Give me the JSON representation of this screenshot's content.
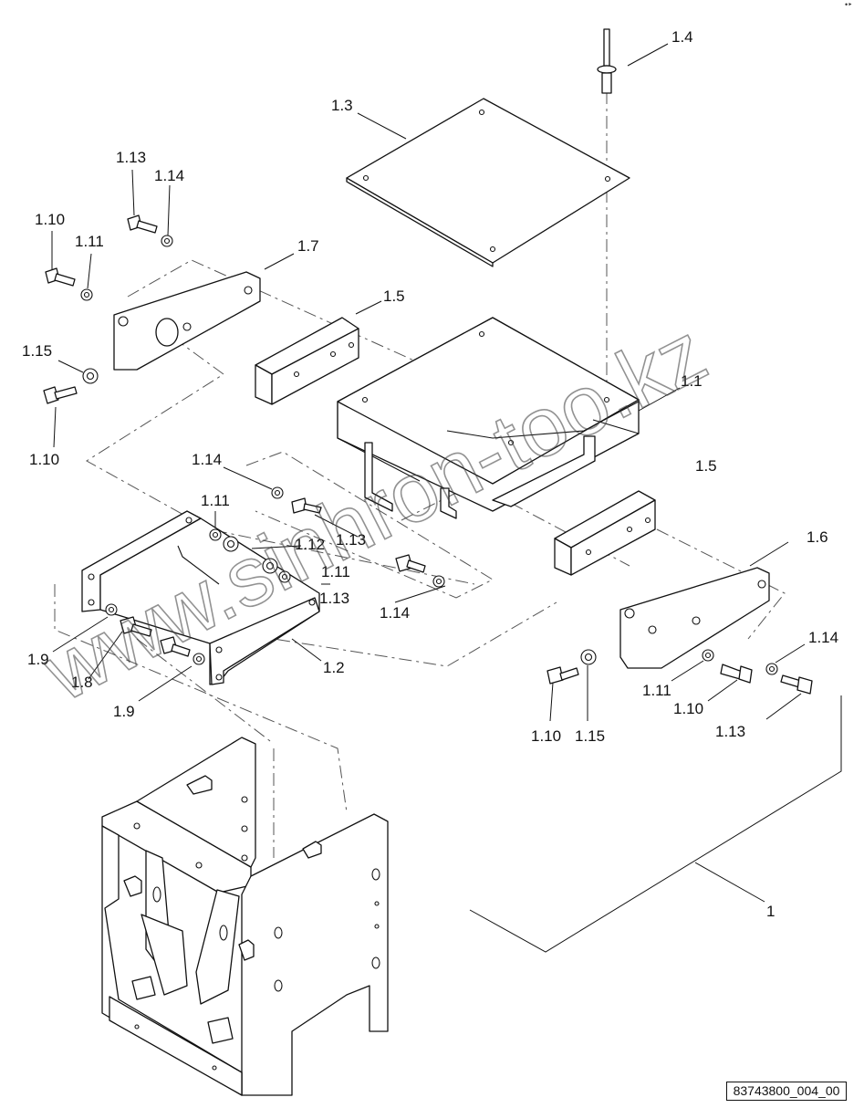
{
  "diagram": {
    "drawing_number": "83743800_004_00",
    "watermark": "www.sinhron-too.kz",
    "corner_mark": "•‣",
    "callouts": {
      "assembly": "1",
      "c_1_1": "1.1",
      "c_1_2": "1.2",
      "c_1_3": "1.3",
      "c_1_4": "1.4",
      "c_1_5_top": "1.5",
      "c_1_5_right": "1.5",
      "c_1_6": "1.6",
      "c_1_7": "1.7",
      "c_1_8": "1.8",
      "c_1_9_left": "1.9",
      "c_1_9_bottom": "1.9",
      "c_1_10_top": "1.10",
      "c_1_10_left": "1.10",
      "c_1_10_right_a": "1.10",
      "c_1_10_right_b": "1.10",
      "c_1_11_top": "1.11",
      "c_1_11_mid": "1.11",
      "c_1_11_mid2": "1.11",
      "c_1_11_right": "1.11",
      "c_1_12": "1.12",
      "c_1_13_top": "1.13",
      "c_1_13_mid": "1.13",
      "c_1_13_mid2": "1.13",
      "c_1_13_right": "1.13",
      "c_1_14_top": "1.14",
      "c_1_14_mid": "1.14",
      "c_1_14_mid2": "1.14",
      "c_1_14_right": "1.14",
      "c_1_15_left": "1.15",
      "c_1_15_right": "1.15"
    }
  }
}
